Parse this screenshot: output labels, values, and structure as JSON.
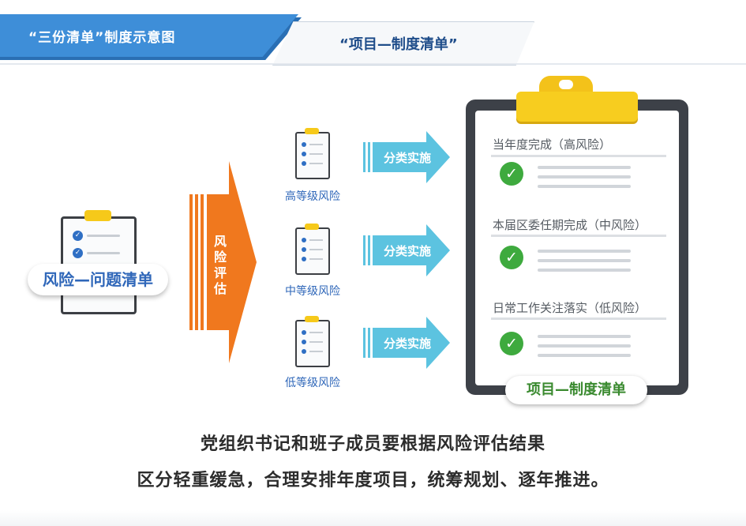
{
  "header": {
    "left_title": "“三份清单”制度示意图",
    "right_title": "“项目—制度清单”"
  },
  "left": {
    "label": "风险—问题清单"
  },
  "assessment": {
    "label": "风险评估"
  },
  "levels": [
    {
      "label": "高等级风险",
      "action": "分类实施"
    },
    {
      "label": "中等级风险",
      "action": "分类实施"
    },
    {
      "label": "低等级风险",
      "action": "分类实施"
    }
  ],
  "board": {
    "sections": [
      {
        "title": "当年度完成（高风险）"
      },
      {
        "title": "本届区委任期完成（中风险）"
      },
      {
        "title": "日常工作关注落实（低风险）"
      }
    ],
    "label": "项目—制度清单"
  },
  "footer": {
    "line1": "党组织书记和班子成员要根据风险评估结果",
    "line2": "区分轻重缓急，合理安排年度项目，统筹规划、逐年推进。"
  },
  "colors": {
    "header_blue": "#3e8ed8",
    "orange": "#f0781e",
    "arrow_blue": "#5cc3e0",
    "check_green": "#3eaa3e",
    "clip_yellow": "#f7cd1f"
  }
}
